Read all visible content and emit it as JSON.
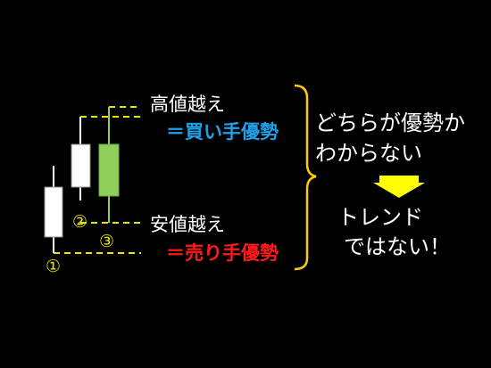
{
  "colors": {
    "background": "#000000",
    "candle_white": "#ffffff",
    "candle_green": "#8ed05a",
    "dashed_line": "#e8e600",
    "arrow": "#ffff00",
    "brace": "#ffcc00",
    "buy_text": "#1fa0e8",
    "sell_text": "#ff1a1a"
  },
  "candles": [
    {
      "number": "①",
      "type": "white"
    },
    {
      "number": "②",
      "type": "white"
    },
    {
      "number": "③",
      "type": "green"
    }
  ],
  "upper": {
    "label": "高値越え",
    "result": "＝買い手優勢"
  },
  "lower": {
    "label": "安値越え",
    "result": "＝売り手優勢"
  },
  "conclusion": {
    "line1": "どちらが優勢か",
    "line2": "わからない",
    "line3": "トレンド",
    "line4": "ではない！"
  }
}
